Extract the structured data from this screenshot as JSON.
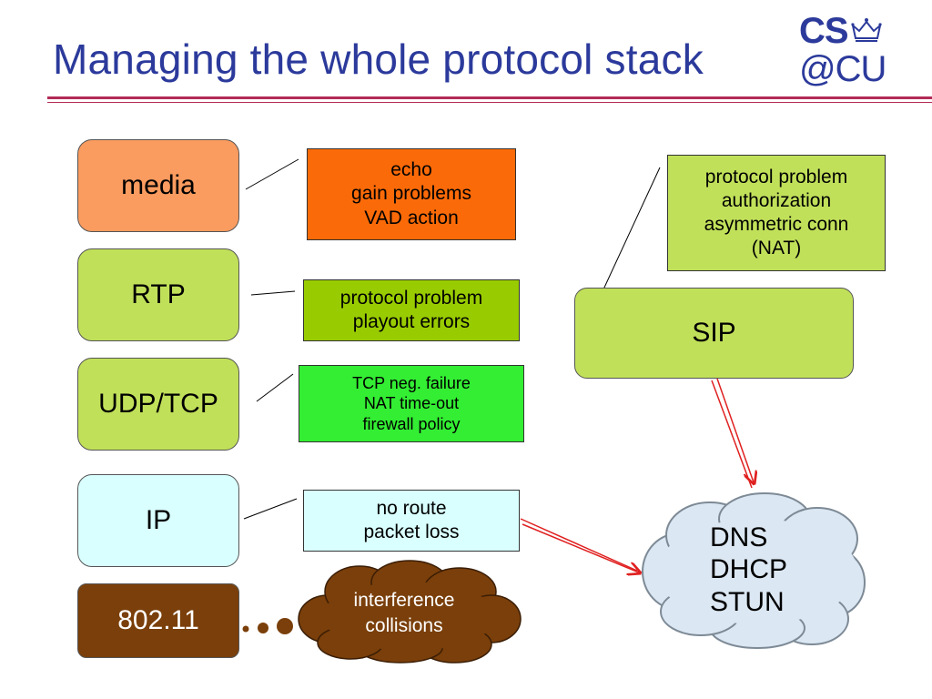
{
  "slide": {
    "title": "Managing the whole protocol stack"
  },
  "logo": {
    "line1": "CS",
    "line2": "@CU",
    "crown_icon": "crown-icon"
  },
  "layers": {
    "media": "media",
    "rtp": "RTP",
    "udp_tcp": "UDP/TCP",
    "ip": "IP",
    "wifi": "802.11"
  },
  "problems": {
    "media": [
      "echo",
      "gain problems",
      "VAD action"
    ],
    "rtp": [
      "protocol problem",
      "playout errors"
    ],
    "udp_tcp": [
      "TCP neg. failure",
      "NAT time-out",
      "firewall policy"
    ],
    "ip": [
      "no route",
      "packet loss"
    ],
    "wifi": [
      "interference",
      "collisions"
    ]
  },
  "sip": {
    "label": "SIP",
    "problems": [
      "protocol problem",
      "authorization",
      "asymmetric conn",
      "(NAT)"
    ]
  },
  "services": {
    "items": [
      "DNS",
      "DHCP",
      "STUN"
    ]
  },
  "colors": {
    "title": "#2b3a9b",
    "rule": "#b22a55",
    "media": "#fa9b5f",
    "media_problem": "#fb6a08",
    "rtp": "#c1e05a",
    "rtp_problem": "#99cc00",
    "udp_tcp": "#c1e05a",
    "udp_tcp_problem": "#33ee33",
    "ip": "#d9ffff",
    "ip_problem": "#d9ffff",
    "wifi": "#7a3f0a",
    "wifi_problem": "#7a3f0a",
    "sip_problem": "#c1e05a",
    "cloud": "#dbe7f2",
    "arrow": "#e02020"
  }
}
